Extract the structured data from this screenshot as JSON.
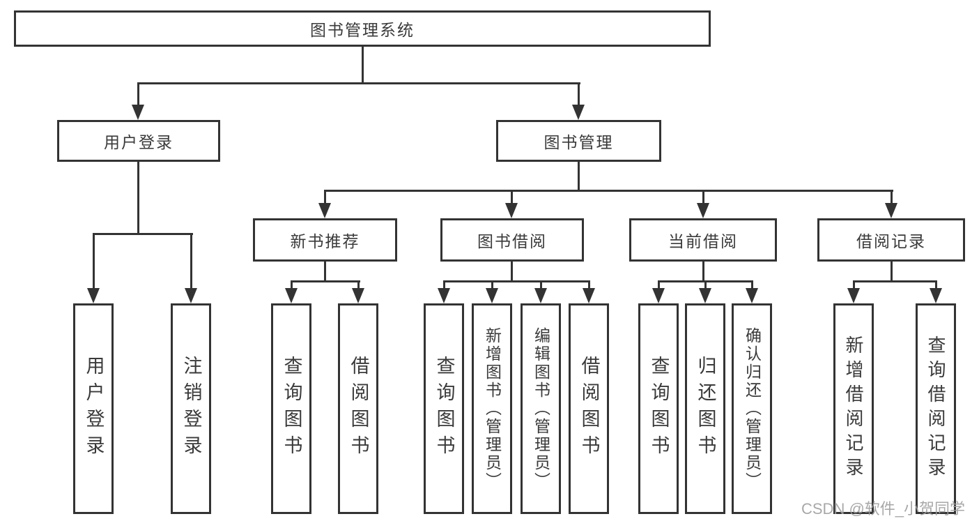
{
  "diagram": {
    "root": "图书管理系统",
    "level1": {
      "user_login": "用户登录",
      "book_mgmt": "图书管理"
    },
    "level2": {
      "new_books": "新书推荐",
      "borrowing": "图书借阅",
      "current": "当前借阅",
      "records": "借阅记录"
    },
    "leaves": {
      "user_login": [
        "用户登录",
        "注销登录"
      ],
      "new_books": [
        "查询图书",
        "借阅图书"
      ],
      "borrowing": [
        "查询图书",
        "新增图书（管理员）",
        "编辑图书（管理员）",
        "借阅图书"
      ],
      "current": [
        "查询图书",
        "归还图书",
        "确认归还（管理员）"
      ],
      "records": [
        "新增借阅记录",
        "查询借阅记录"
      ]
    }
  },
  "watermark": "CSDN @软件_小贺同学",
  "colors": {
    "line": "#333333",
    "box_border": "#333333",
    "text": "#3a3a3a",
    "background": "#ffffff",
    "watermark": "#9e9e9e"
  }
}
